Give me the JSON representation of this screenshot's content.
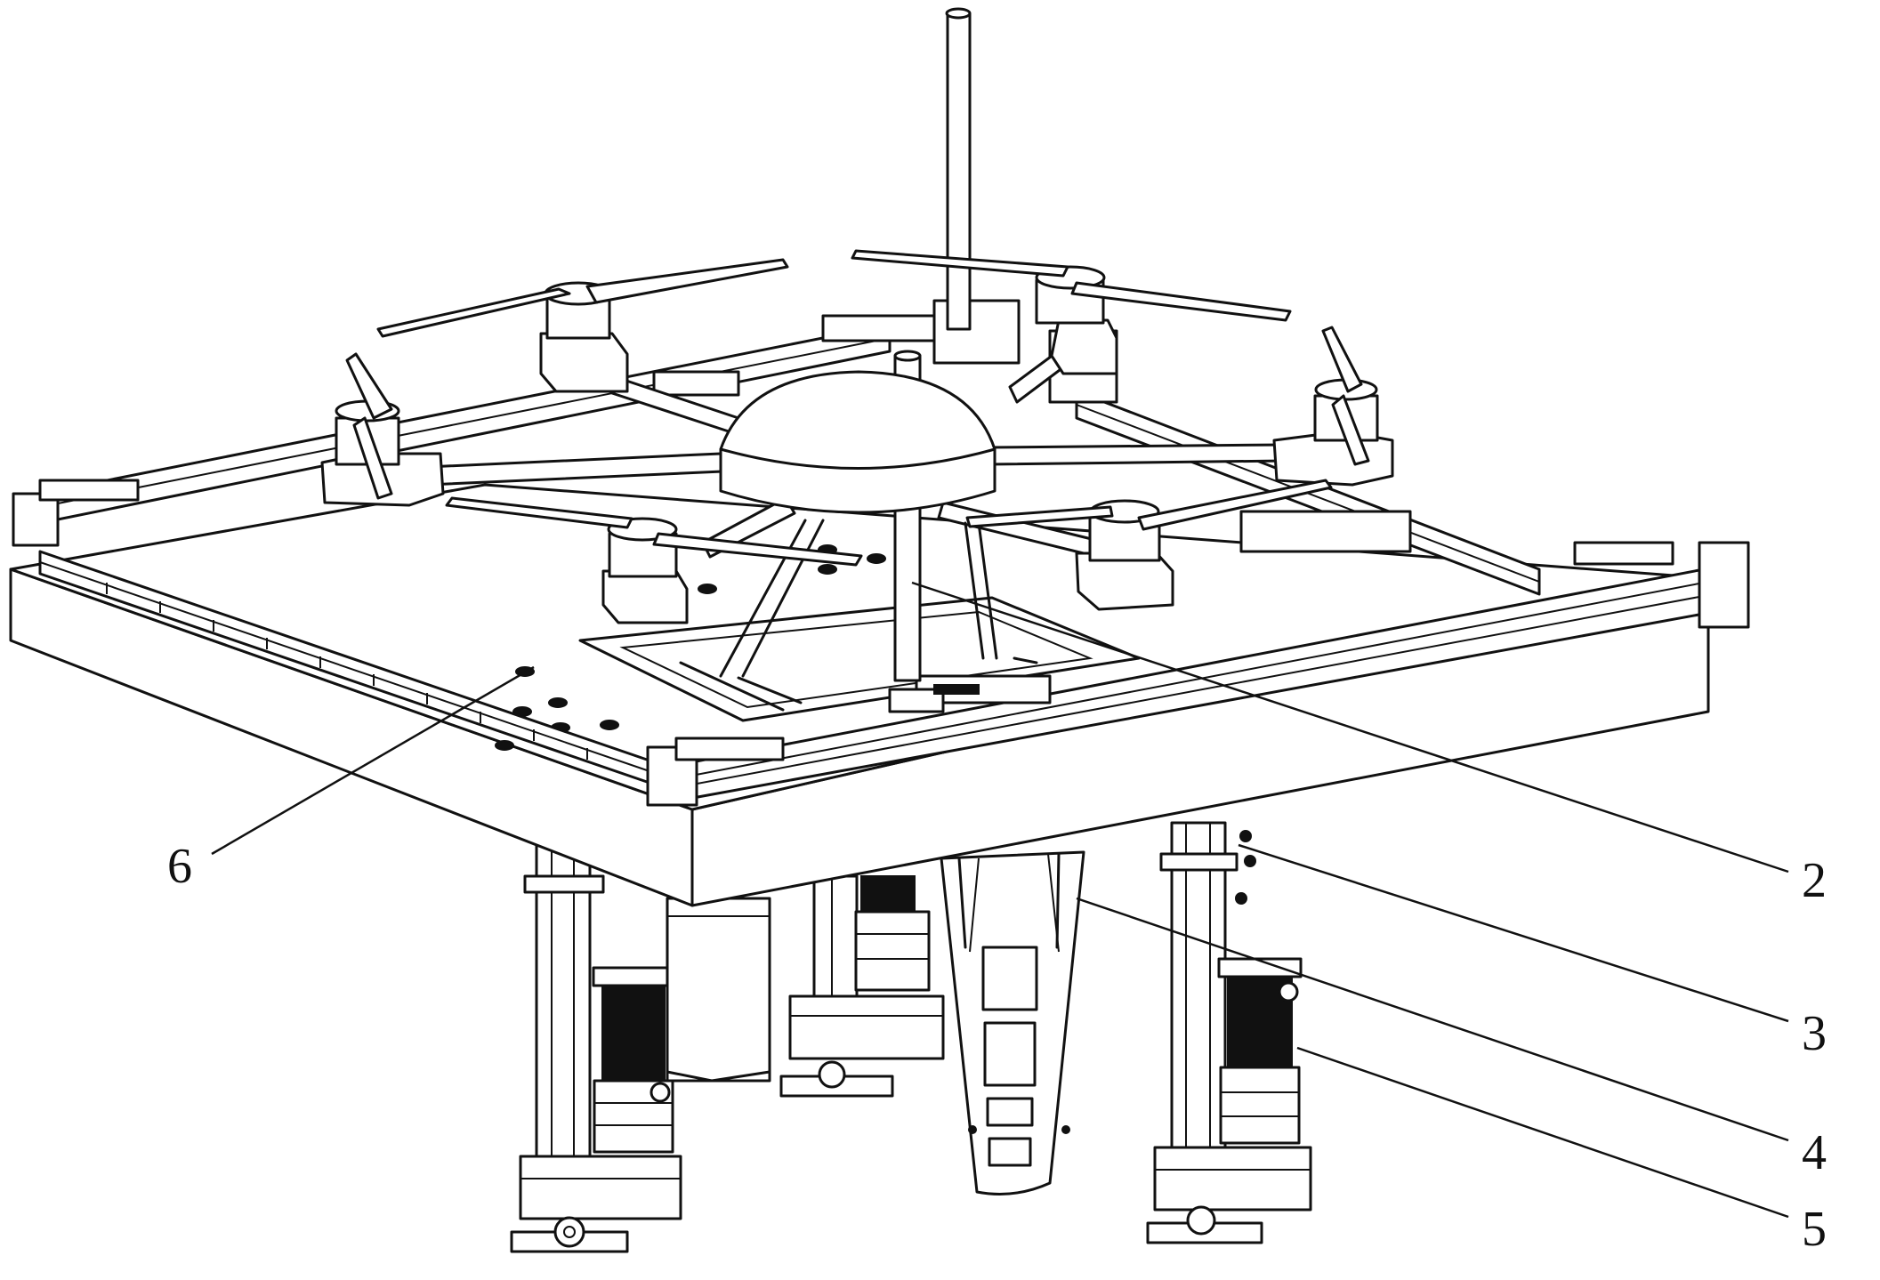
{
  "labels": {
    "ref_6": "6",
    "ref_2": "2",
    "ref_3": "3",
    "ref_4": "4",
    "ref_5": "5"
  }
}
